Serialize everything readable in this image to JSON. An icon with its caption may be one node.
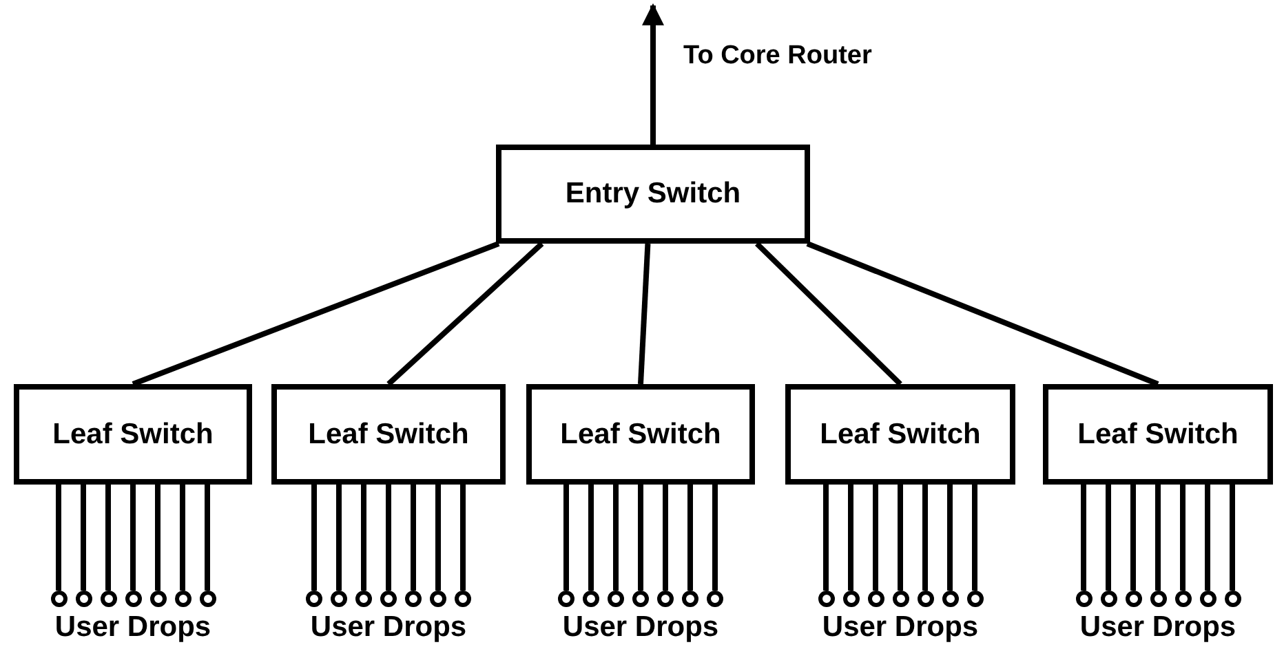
{
  "diagram": {
    "nodes": [
      {
        "text": [
          "Entry Switch"
        ]
      },
      {
        "text": [
          "Leaf Switch"
        ]
      },
      {
        "text": [
          "Leaf Switch"
        ]
      },
      {
        "text": [
          "Leaf Switch"
        ]
      },
      {
        "text": [
          "Leaf Switch"
        ]
      },
      {
        "text": [
          "Leaf Switch"
        ]
      },
      {
        "text": [],
        "shape": "circle"
      },
      {
        "text": [],
        "shape": "circle"
      },
      {
        "text": [],
        "shape": "circle"
      },
      {
        "text": [],
        "shape": "circle"
      },
      {
        "text": [],
        "shape": "circle"
      },
      {
        "text": [],
        "shape": "circle"
      },
      {
        "text": [],
        "shape": "circle"
      },
      {
        "text": [],
        "shape": "circle"
      },
      {
        "text": [],
        "shape": "circle"
      },
      {
        "text": [],
        "shape": "circle"
      },
      {
        "text": [],
        "shape": "circle"
      },
      {
        "text": [],
        "shape": "circle"
      },
      {
        "text": [],
        "shape": "circle"
      },
      {
        "text": [],
        "shape": "circle"
      },
      {
        "text": [],
        "shape": "circle"
      },
      {
        "text": [],
        "shape": "circle"
      },
      {
        "text": [],
        "shape": "circle"
      },
      {
        "text": [],
        "shape": "circle"
      },
      {
        "text": [],
        "shape": "circle"
      },
      {
        "text": [],
        "shape": "circle"
      },
      {
        "text": [],
        "shape": "circle"
      },
      {
        "text": [],
        "shape": "circle"
      },
      {
        "text": [],
        "shape": "circle"
      },
      {
        "text": [],
        "shape": "circle"
      },
      {
        "text": [],
        "shape": "circle"
      },
      {
        "text": [],
        "shape": "circle"
      },
      {
        "text": [],
        "shape": "circle"
      },
      {
        "text": [],
        "shape": "circle"
      },
      {
        "text": [],
        "shape": "circle"
      },
      {
        "text": [],
        "shape": "circle"
      },
      {
        "text": [],
        "shape": "circle"
      },
      {
        "text": [],
        "shape": "circle"
      },
      {
        "text": [],
        "shape": "circle"
      },
      {
        "text": [],
        "shape": "circle"
      },
      {
        "text": [],
        "shape": "circle"
      }
    ],
    "edges": [
      {
        "from": 0,
        "to": null,
        "arrow": "to",
        "label": "To Core Router"
      },
      {
        "from": 0,
        "to": 1,
        "arrow": "none"
      },
      {
        "from": 0,
        "to": 2,
        "arrow": "none"
      },
      {
        "from": 0,
        "to": 3,
        "arrow": "none"
      },
      {
        "from": 0,
        "to": 4,
        "arrow": "none"
      },
      {
        "from": 0,
        "to": 5,
        "arrow": "none"
      },
      {
        "from": 1,
        "to": 6,
        "arrow": "none"
      },
      {
        "from": 1,
        "to": 7,
        "arrow": "none"
      },
      {
        "from": 1,
        "to": 8,
        "arrow": "none"
      },
      {
        "from": 1,
        "to": 9,
        "arrow": "none"
      },
      {
        "from": 1,
        "to": 10,
        "arrow": "none"
      },
      {
        "from": 1,
        "to": 11,
        "arrow": "none"
      },
      {
        "from": 1,
        "to": 12,
        "arrow": "none"
      },
      {
        "from": 2,
        "to": 13,
        "arrow": "none"
      },
      {
        "from": 2,
        "to": 14,
        "arrow": "none"
      },
      {
        "from": 2,
        "to": 15,
        "arrow": "none"
      },
      {
        "from": 2,
        "to": 16,
        "arrow": "none"
      },
      {
        "from": 2,
        "to": 17,
        "arrow": "none"
      },
      {
        "from": 2,
        "to": 18,
        "arrow": "none"
      },
      {
        "from": 2,
        "to": 19,
        "arrow": "none"
      },
      {
        "from": 3,
        "to": 20,
        "arrow": "none"
      },
      {
        "from": 3,
        "to": 21,
        "arrow": "none"
      },
      {
        "from": 3,
        "to": 22,
        "arrow": "none"
      },
      {
        "from": 3,
        "to": 23,
        "arrow": "none"
      },
      {
        "from": 3,
        "to": 24,
        "arrow": "none"
      },
      {
        "from": 3,
        "to": 25,
        "arrow": "none"
      },
      {
        "from": 3,
        "to": 26,
        "arrow": "none"
      },
      {
        "from": 4,
        "to": 27,
        "arrow": "none"
      },
      {
        "from": 4,
        "to": 28,
        "arrow": "none"
      },
      {
        "from": 4,
        "to": 29,
        "arrow": "none"
      },
      {
        "from": 4,
        "to": 30,
        "arrow": "none"
      },
      {
        "from": 4,
        "to": 31,
        "arrow": "none"
      },
      {
        "from": 4,
        "to": 32,
        "arrow": "none"
      },
      {
        "from": 4,
        "to": 33,
        "arrow": "none"
      },
      {
        "from": 5,
        "to": 34,
        "arrow": "none"
      },
      {
        "from": 5,
        "to": 35,
        "arrow": "none"
      },
      {
        "from": 5,
        "to": 36,
        "arrow": "none"
      },
      {
        "from": 5,
        "to": 37,
        "arrow": "none"
      },
      {
        "from": 5,
        "to": 38,
        "arrow": "none"
      },
      {
        "from": 5,
        "to": 39,
        "arrow": "none"
      },
      {
        "from": 5,
        "to": 40,
        "arrow": "none"
      }
    ],
    "labels": [
      "User Drops",
      "User Drops",
      "User Drops",
      "User Drops",
      "User Drops"
    ]
  }
}
